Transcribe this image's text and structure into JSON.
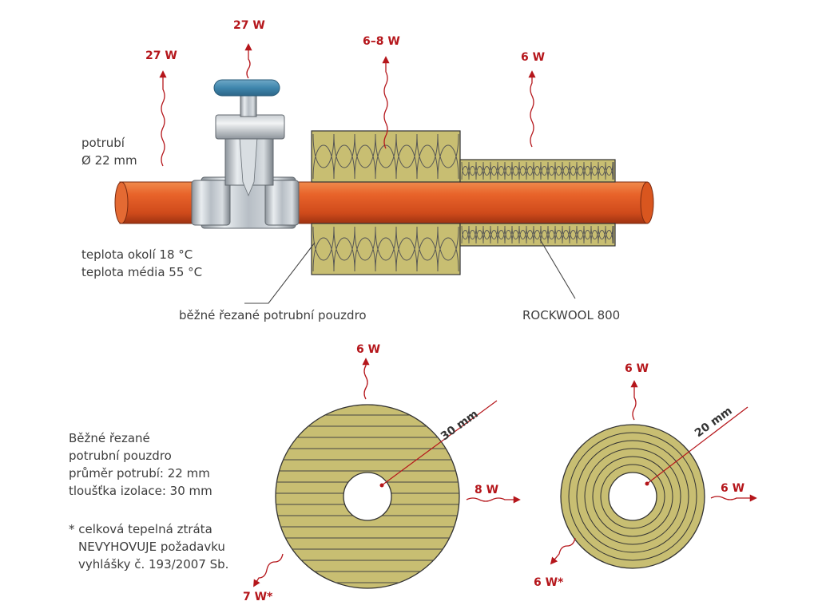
{
  "colors": {
    "heat": "#b5161b",
    "pipe": "#e0581c",
    "insulation": "#c8be72",
    "outline": "#333333",
    "text": "#3d3d3d"
  },
  "top": {
    "heat_valve_left": "27 W",
    "heat_valve_top": "27 W",
    "heat_conventional": "6–8 W",
    "heat_rockwool": "6 W",
    "pipe_label_line1": "potrubí",
    "pipe_label_line2": "Ø 22 mm",
    "temp_ambient": "teplota okolí 18 °C",
    "temp_medium": "teplota média 55 °C",
    "callout_conventional": "běžné řezané potrubní pouzdro",
    "callout_rockwool": "ROCKWOOL 800"
  },
  "left_section": {
    "heat_top": "6 W",
    "heat_right": "8 W",
    "heat_bottom_left": "7 W*",
    "dimension": "30 mm"
  },
  "right_section": {
    "heat_top": "6 W",
    "heat_right": "6 W",
    "heat_bottom_left": "6 W*",
    "dimension": "20 mm"
  },
  "description": {
    "line1": "Běžné řezané",
    "line2": "potrubní pouzdro",
    "line3": "průměr potrubí: 22 mm",
    "line4": "tloušťka izolace: 30 mm"
  },
  "footnote": {
    "line1": "* celková tepelná ztráta",
    "line2": "NEVYHOVUJE požadavku",
    "line3": "vyhlášky č. 193/2007 Sb."
  }
}
